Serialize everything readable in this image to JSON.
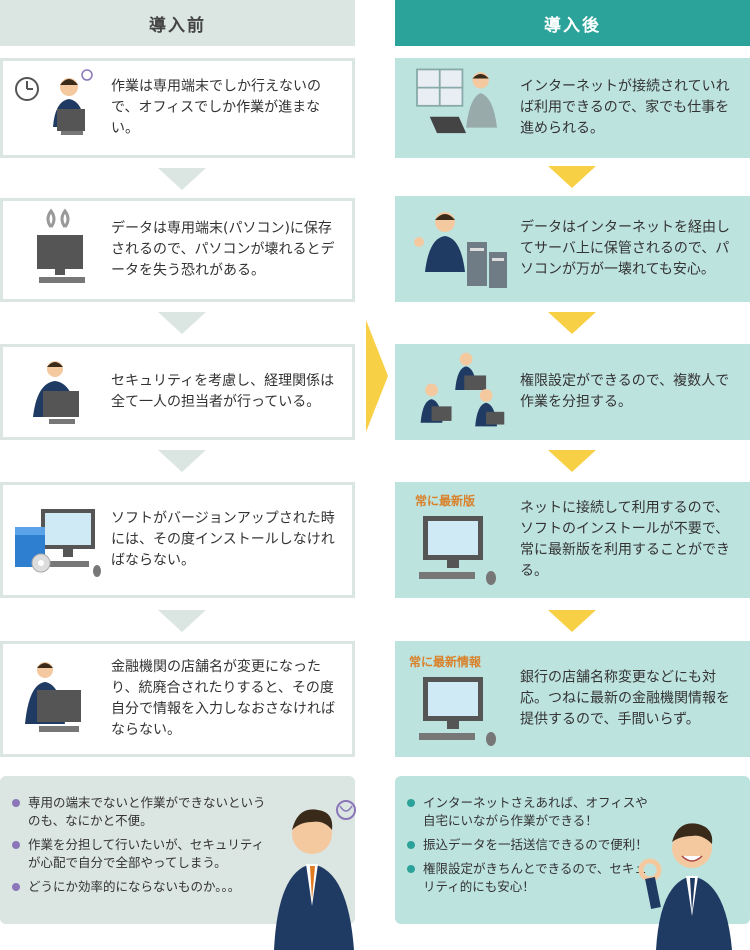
{
  "headers": {
    "before": "導入前",
    "after": "導入後"
  },
  "before_cards": [
    "作業は専用端末でしか行えないので、オフィスでしか作業が進まない。",
    "データは専用端末(パソコン)に保存されるので、パソコンが壊れるとデータを失う恐れがある。",
    "セキュリティを考慮し、経理関係は全て一人の担当者が行っている。",
    "ソフトがバージョンアップされた時には、その度インストールしなければならない。",
    "金融機関の店舗名が変更になったり、統廃合されたりすると、その度自分で情報を入力しなおさなければならない。"
  ],
  "after_cards": [
    "インターネットが接続されていれば利用できるので、家でも仕事を進められる。",
    "データはインターネットを経由してサーバ上に保管されるので、パソコンが万が一壊れても安心。",
    "権限設定ができるので、複数人で作業を分担する。",
    "ネットに接続して利用するので、ソフトのインストールが不要で、常に最新版を利用することができる。",
    "銀行の店舗名称変更などにも対応。つねに最新の金融機関情報を提供するので、手間いらず。"
  ],
  "badges": {
    "latest_version": "常に最新版",
    "latest_info": "常に最新情報"
  },
  "summary_before": [
    "専用の端末でないと作業ができないというのも、なにかと不便。",
    "作業を分担して行いたいが、セキュリティが心配で自分で全部やってしまう。",
    "どうにか効率的にならないものか。。。"
  ],
  "summary_after": [
    "インターネットさえあれば、オフィスや自宅にいながら作業ができる！",
    "振込データを一括送信できるので便利！",
    "権限設定がきちんとできるので、セキュリティ的にも安心！"
  ],
  "colors": {
    "before_bg": "#dbe5e1",
    "after_header": "#2ba39a",
    "after_bg": "#bde3df",
    "arrow_after": "#f8d046",
    "badge": "#d9822b"
  }
}
